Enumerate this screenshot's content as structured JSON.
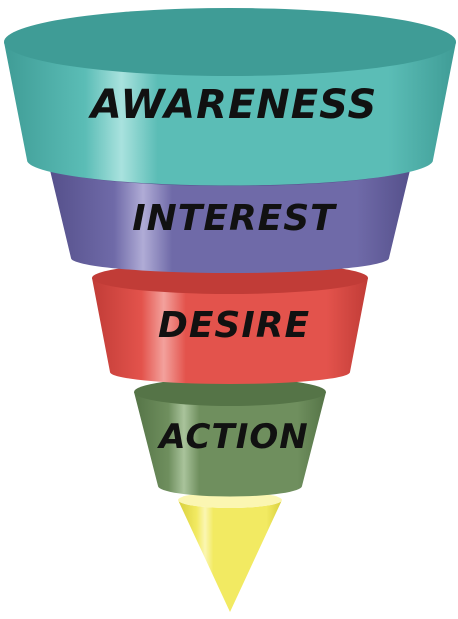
{
  "funnel": {
    "stages": [
      {
        "label": "Awareness",
        "color": "#5bbdb6",
        "dark": "#3f9c96",
        "light": "#a9e2de"
      },
      {
        "label": "Interest",
        "color": "#6f6aa8",
        "dark": "#55508b",
        "light": "#b0acd6"
      },
      {
        "label": "Desire",
        "color": "#e3534c",
        "dark": "#c13c37",
        "light": "#f3a19c"
      },
      {
        "label": "Action",
        "color": "#6f8f5e",
        "dark": "#557447",
        "light": "#a9c39b"
      }
    ],
    "tip": {
      "color": "#f2ea62",
      "dark": "#d8cf3c",
      "light": "#fbf6b2"
    }
  }
}
